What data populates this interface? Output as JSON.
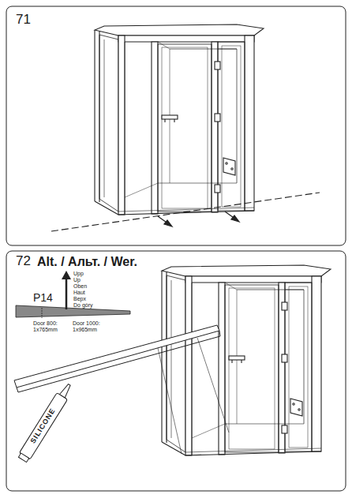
{
  "diagram": {
    "labels": [
      "71",
      "72",
      "Alt. / Альт. / Wer.",
      "P14",
      "Upp",
      "Up",
      "Oben",
      "Haut",
      "Верх",
      "Do góry",
      "Door 800: 1x765mm",
      "Door 1000: 1x965mm",
      "SILICONE"
    ]
  }
}
